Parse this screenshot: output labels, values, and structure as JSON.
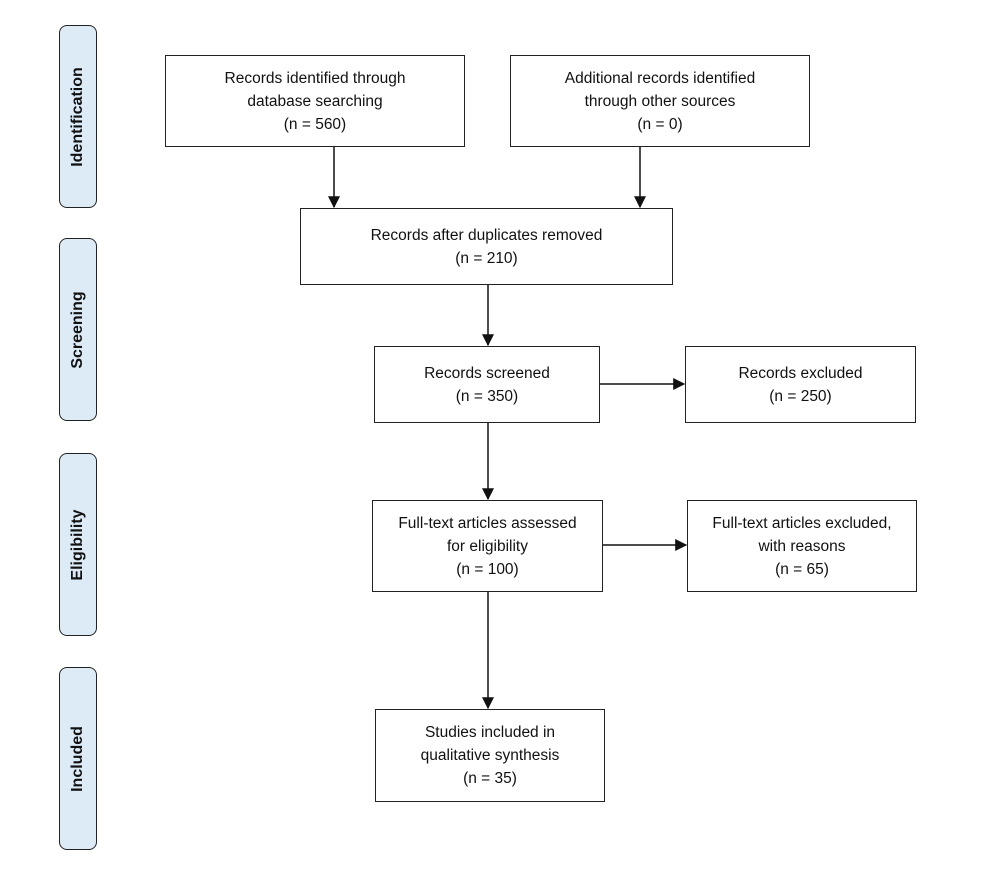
{
  "phases": {
    "identification": "Identification",
    "screening": "Screening",
    "eligibility": "Eligibility",
    "included": "Included"
  },
  "boxes": {
    "database": {
      "line1": "Records identified through",
      "line2": "database searching",
      "count": "(n = 560)"
    },
    "other_sources": {
      "line1": "Additional records identified",
      "line2": "through other sources",
      "count": "(n = 0)"
    },
    "after_duplicates": {
      "line1": "Records after duplicates removed",
      "count": "(n = 210)"
    },
    "screened": {
      "line1": "Records screened",
      "count": "(n = 350)"
    },
    "excluded": {
      "line1": "Records excluded",
      "count": "(n = 250)"
    },
    "fulltext_assessed": {
      "line1": "Full-text articles assessed",
      "line2": "for eligibility",
      "count": "(n = 100)"
    },
    "fulltext_excluded": {
      "line1": "Full-text articles excluded,",
      "line2": "with reasons",
      "count": "(n = 65)"
    },
    "included_studies": {
      "line1": "Studies included in",
      "line2": "qualitative synthesis",
      "count": "(n = 35)"
    }
  }
}
